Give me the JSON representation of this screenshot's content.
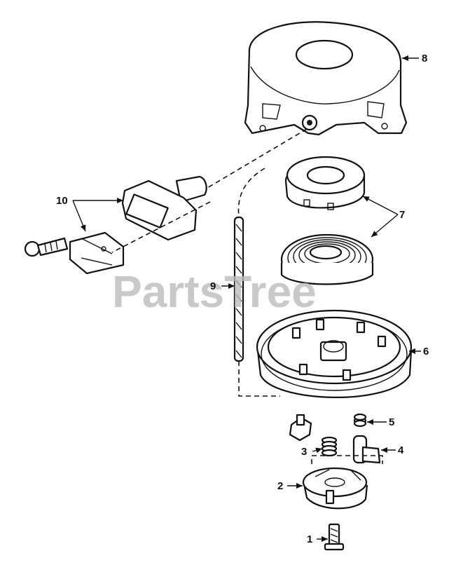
{
  "watermark": "PartsTree",
  "parts": [
    {
      "id": "part-1",
      "label": "1"
    },
    {
      "id": "part-2",
      "label": "2"
    },
    {
      "id": "part-3",
      "label": "3"
    },
    {
      "id": "part-4",
      "label": "4"
    },
    {
      "id": "part-5",
      "label": "5"
    },
    {
      "id": "part-6",
      "label": "6"
    },
    {
      "id": "part-7",
      "label": "7"
    },
    {
      "id": "part-8",
      "label": "8"
    },
    {
      "id": "part-9",
      "label": "9"
    },
    {
      "id": "part-10",
      "label": "10"
    }
  ]
}
